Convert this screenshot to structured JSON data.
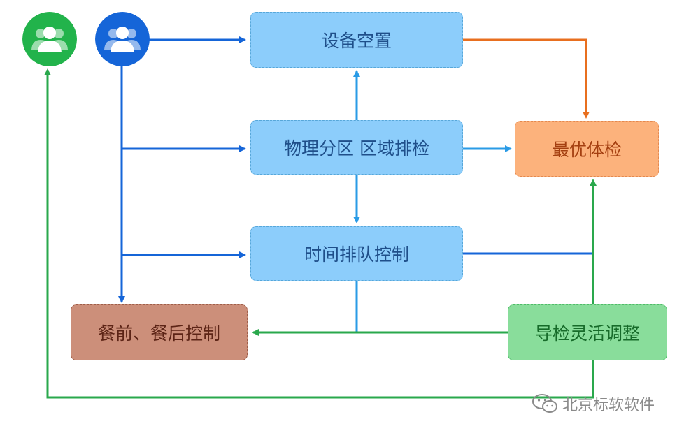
{
  "nodes": {
    "equipment_idle": "设备空置",
    "zone_check": "物理分区 区域排检",
    "time_queue": "时间排队控制",
    "optimal_exam": "最优体检",
    "meal_control": "餐前、餐后控制",
    "flexible_guide": "导检灵活调整"
  },
  "watermark": {
    "text": "北京标软软件"
  },
  "icons": {
    "user_green": "users-icon",
    "user_blue": "users-icon",
    "wechat": "wechat-icon"
  },
  "colors": {
    "blue_arrow": "#1565d8",
    "light_blue_arrow": "#2a9be6",
    "orange_arrow": "#e86f1f",
    "green_arrow": "#2aa84c",
    "avatar_green": "#22b34b",
    "avatar_blue": "#1565d8"
  }
}
